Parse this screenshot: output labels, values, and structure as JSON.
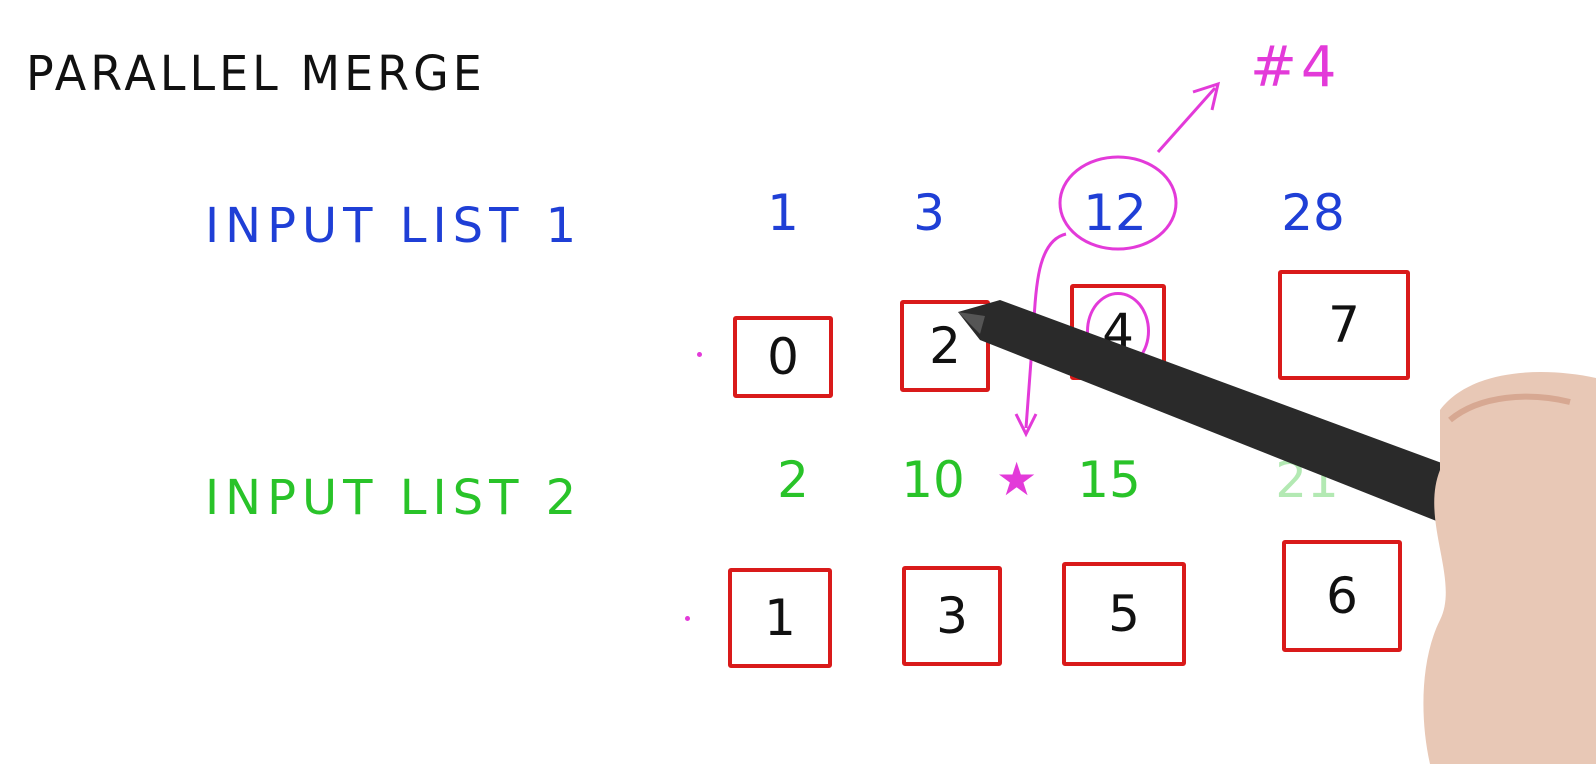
{
  "title": "PARALLEL MERGE",
  "list1": {
    "label": "INPUT LIST 1",
    "values": [
      "1",
      "3",
      "12",
      "28"
    ],
    "ranks": [
      "0",
      "2",
      "4",
      "7"
    ]
  },
  "list2": {
    "label": "INPUT LIST 2",
    "values": [
      "2",
      "10",
      "15",
      "21"
    ],
    "ranks": [
      "1",
      "3",
      "5",
      "6"
    ]
  },
  "annotation": {
    "label": "#4",
    "star": "★"
  },
  "colors": {
    "list1_text": "#1f3fd6",
    "list2_text": "#29c329",
    "box_border": "#d91a1a",
    "annotation": "#e33ad9",
    "ink": "#111111"
  }
}
